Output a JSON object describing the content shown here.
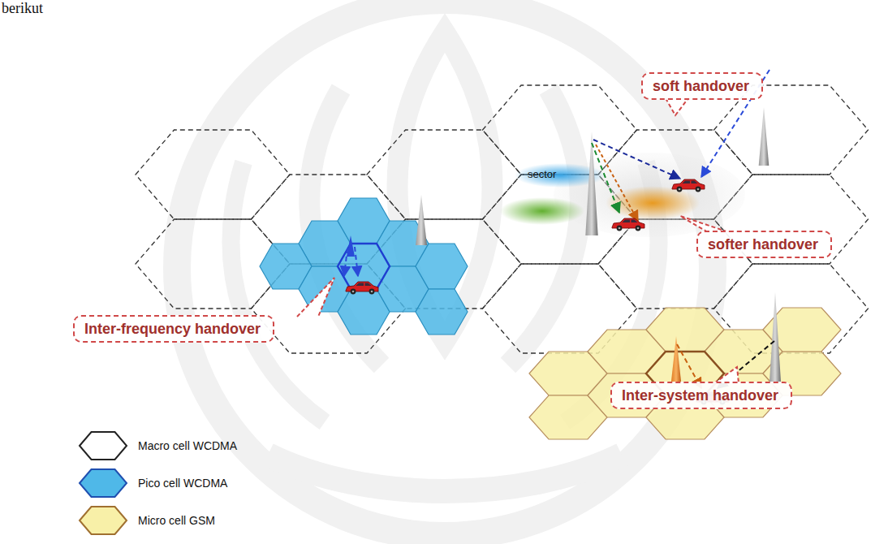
{
  "diagram": {
    "nodes": [
      {
        "text": [
          "soft handover"
        ]
      },
      {
        "text": [
          "softer handover"
        ]
      },
      {
        "text": [
          "Inter-frequency handover"
        ]
      },
      {
        "text": [
          "Inter-system handover"
        ]
      }
    ],
    "labels": [
      "berikut",
      "sector"
    ],
    "legend": [
      {
        "text": "Macro cell WCDMA",
        "color": "#ffffff"
      },
      {
        "text": "Pico cell WCDMA",
        "color": "#4fb8e8"
      },
      {
        "text": "Micro cell GSM",
        "color": "#f8f0a8"
      }
    ]
  }
}
